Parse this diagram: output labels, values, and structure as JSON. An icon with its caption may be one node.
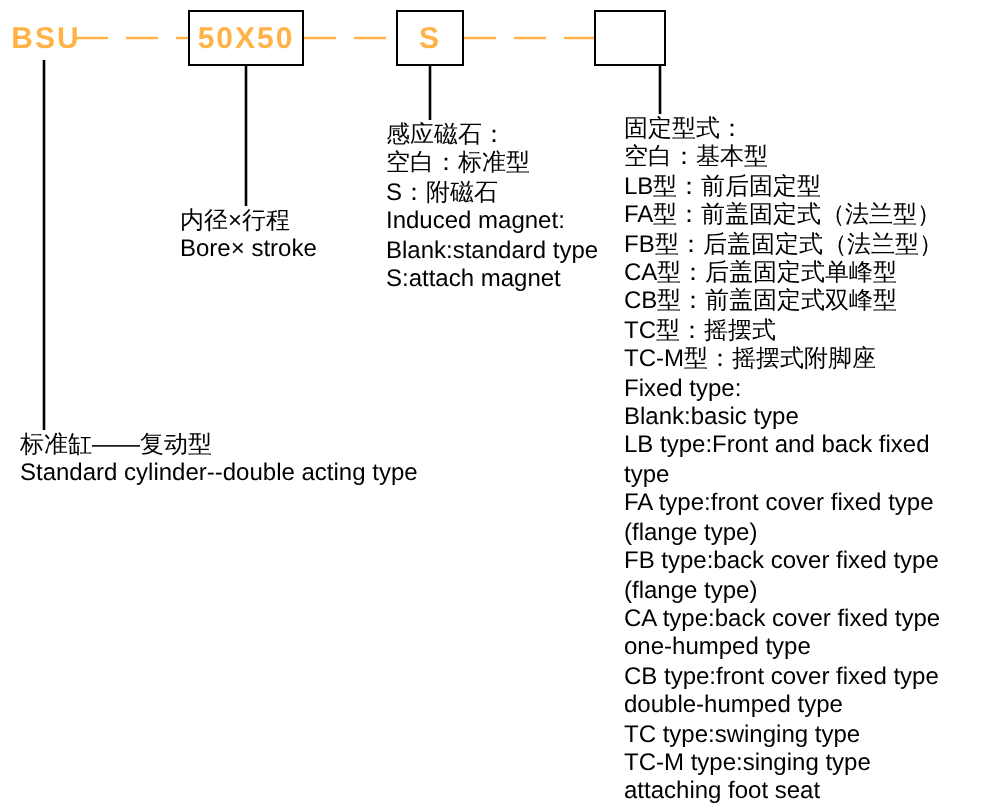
{
  "diagram": {
    "nodes": [
      {
        "text": [
          "BSU"
        ]
      },
      {
        "text": [
          "50X50"
        ]
      },
      {
        "text": [
          "S"
        ]
      },
      {
        "text": [],
        "shape": "box"
      },
      {
        "text": [
          "标准缸——复动型",
          "Standard cylinder--double acting type"
        ]
      },
      {
        "text": [
          "内径×行程",
          "Bore× stroke"
        ]
      },
      {
        "text": [
          "感应磁石：",
          "空白：标准型",
          "S：附磁石",
          "Induced magnet:",
          "Blank:standard type",
          "S:attach magnet"
        ]
      },
      {
        "text": [
          "固定型式：",
          "空白：基本型",
          "LB型：前后固定型",
          "FA型：前盖固定式（法兰型）",
          "FB型：后盖固定式（法兰型）",
          "CA型：后盖固定式单峰型",
          "CB型：前盖固定式双峰型",
          "TC型：摇摆式",
          "TC-M型：摇摆式附脚座",
          "Fixed type:",
          "Blank:basic type",
          "LB type:Front and back fixed type",
          "FA type:front cover fixed type (flange type)",
          "FB type:back cover fixed type (flange type)",
          "CA type:back cover fixed type one-humped type",
          "CB type:front cover fixed type double-humped type",
          "TC type:swinging type",
          "TC-M type:singing type attaching foot seat"
        ]
      }
    ],
    "edges": [
      {
        "from": 0,
        "to": 1,
        "arrow": "none",
        "style": "dashed",
        "color": "#ffb347"
      },
      {
        "from": 1,
        "to": 2,
        "arrow": "none",
        "style": "dashed",
        "color": "#ffb347"
      },
      {
        "from": 2,
        "to": 3,
        "arrow": "none",
        "style": "dashed",
        "color": "#ffb347"
      },
      {
        "from": 0,
        "to": 4,
        "arrow": "none"
      },
      {
        "from": 1,
        "to": 5,
        "arrow": "none"
      },
      {
        "from": 2,
        "to": 6,
        "arrow": "none"
      },
      {
        "from": 3,
        "to": 7,
        "arrow": "none"
      }
    ]
  }
}
